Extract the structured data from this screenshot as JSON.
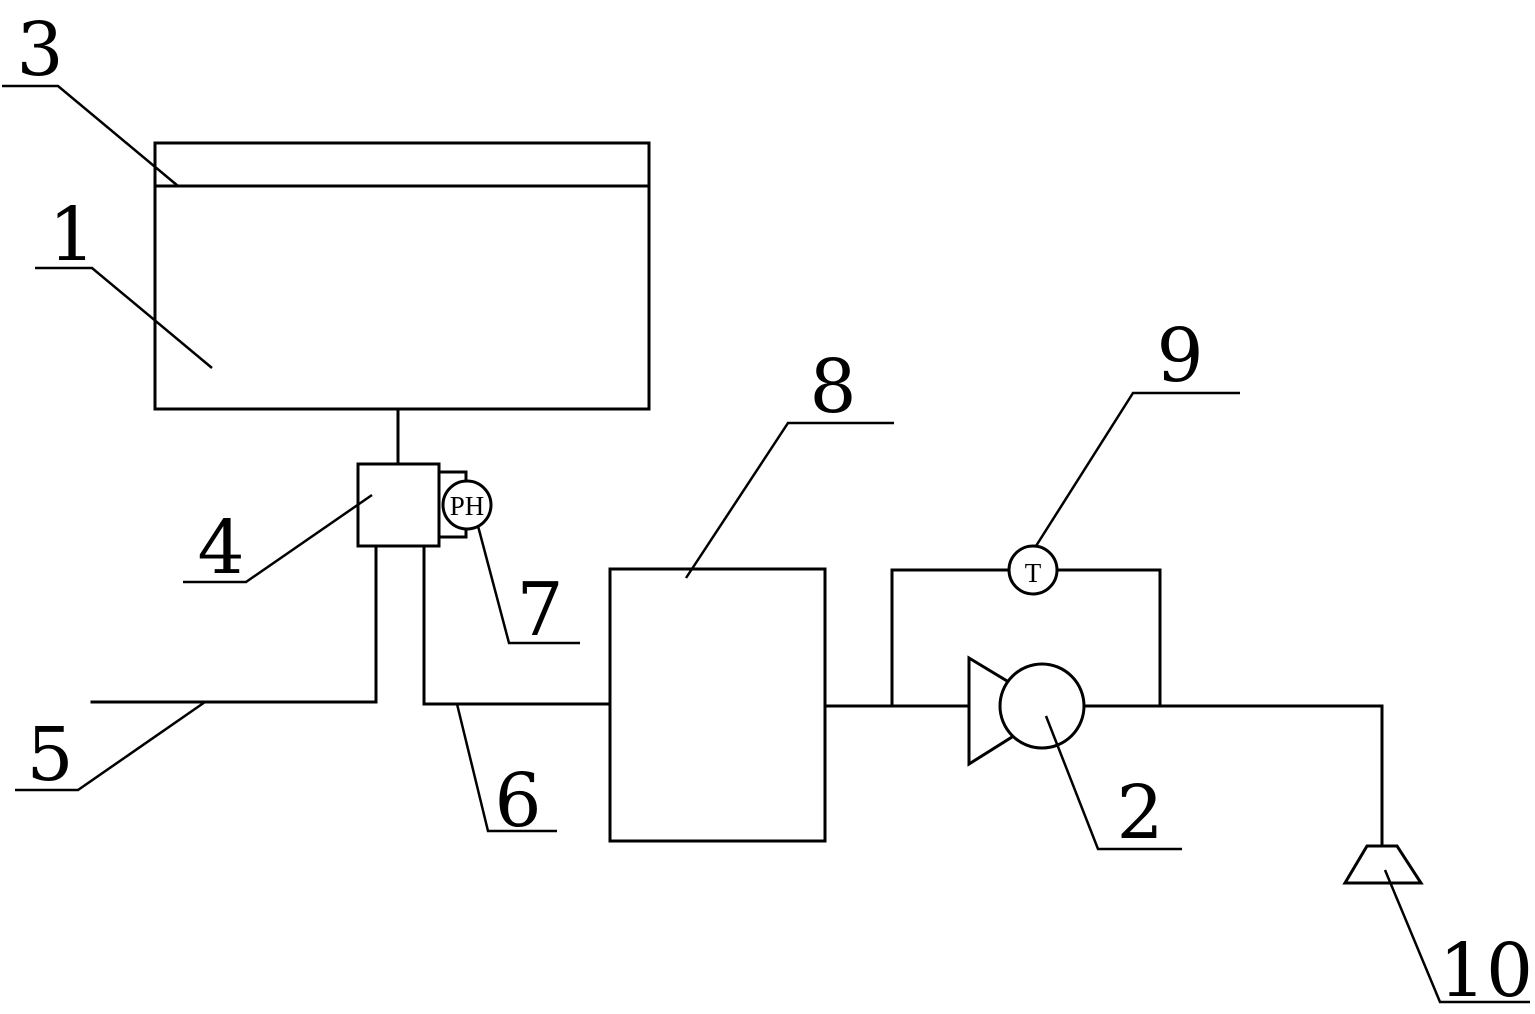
{
  "labels": {
    "n1": "1",
    "n2": "2",
    "n3": "3",
    "n4": "4",
    "n5": "5",
    "n6": "6",
    "n7": "7",
    "n8": "8",
    "n9": "9",
    "n10": "10"
  },
  "gauges": {
    "ph": "PH",
    "temperature": "T"
  },
  "colors": {
    "line": "#000000",
    "background": "#ffffff"
  }
}
